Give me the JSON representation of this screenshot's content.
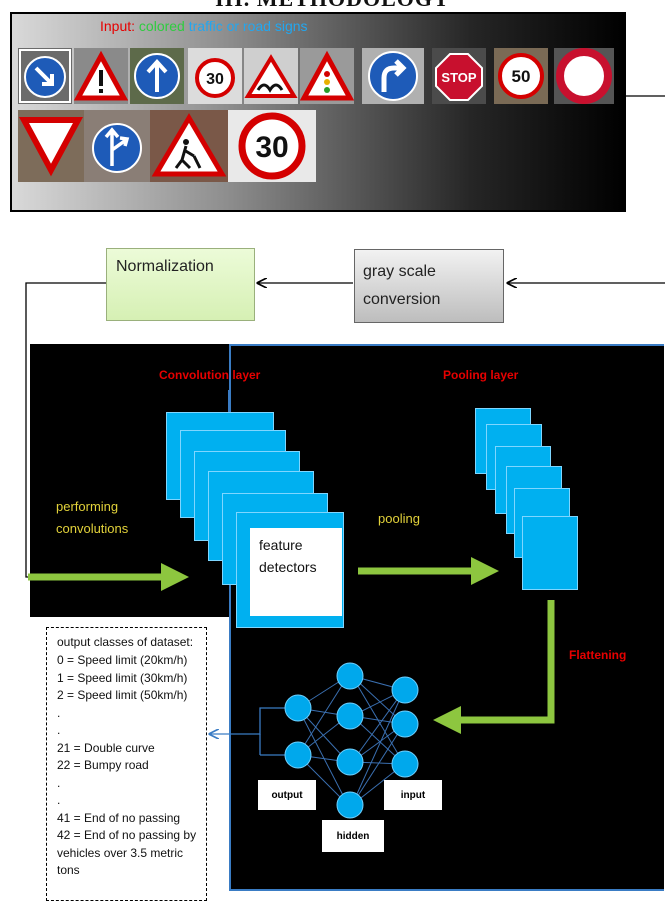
{
  "heading": "III. METHODOLOGY",
  "input_panel": {
    "caption_parts": [
      {
        "text": "Input:",
        "color": "#e60000"
      },
      {
        "text": " colored",
        "color": "#2ecc40"
      },
      {
        "text": " traffic or road signs",
        "color": "#22a7f0"
      }
    ],
    "signs": [
      "arrow-down-right-sign-icon",
      "warning-exclamation-sign-icon",
      "arrow-up-sign-icon",
      "speed-30-sign-icon",
      "warning-bumps-sign-icon",
      "warning-traffic-light-sign-icon",
      "turn-right-sign-icon",
      "stop-sign-icon",
      "speed-50-sign-icon",
      "no-vehicles-sign-icon",
      "yield-sign-icon",
      "arrows-straight-right-sign-icon",
      "road-works-sign-icon",
      "speed-30-large-sign-icon"
    ],
    "sign_texts": {
      "s30": "30",
      "s50": "50",
      "stop": "STOP",
      "s30b": "30"
    }
  },
  "preprocessing": {
    "normalization": "Normalization",
    "grayscale": "gray scale conversion"
  },
  "cnn": {
    "convolution_layer": "Convolution layer",
    "pooling_layer": "Pooling layer",
    "performing_convolutions": "performing convolutions",
    "pooling": "pooling",
    "feature_detectors": "feature detectors",
    "flattening": "Flattening"
  },
  "network": {
    "output": "output",
    "hidden": "hidden",
    "input": "input"
  },
  "output_classes": {
    "title": "output classes of dataset:",
    "lines": [
      "0 = Speed limit (20km/h)",
      "1 = Speed limit (30km/h)",
      "2 = Speed limit (50km/h)",
      ".",
      ".",
      "21 = Double curve",
      "22 = Bumpy road",
      ".",
      ".",
      "41 = End of no passing",
      "42 = End of no passing by vehicles over 3.5 metric tons"
    ]
  },
  "colors": {
    "arrow_green": "#8dc63f",
    "feature_blue": "#00b0f0",
    "label_red": "#e60000",
    "label_yellow": "#e2d23a",
    "connector_blue": "#3a7cc4"
  }
}
